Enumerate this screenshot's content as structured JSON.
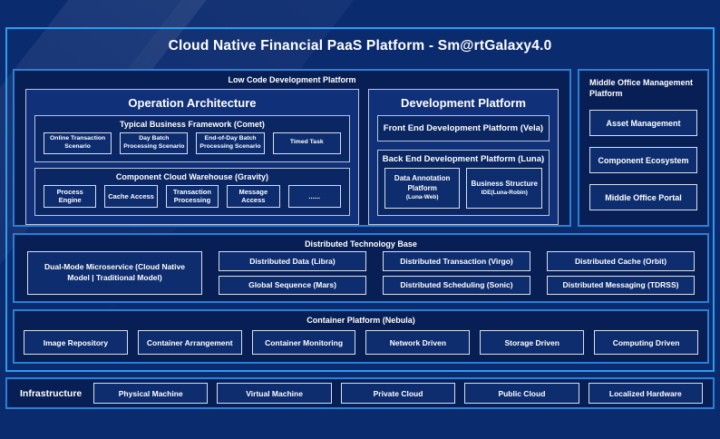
{
  "title": "Cloud Native Financial PaaS Platform - Sm@rtGalaxy4.0",
  "colors": {
    "background": "#0b2b6f",
    "frame_border": "#2f9bea",
    "section_border": "#2b7fd4",
    "light_border": "#d7dfec",
    "text": "#ffffff"
  },
  "low_code_platform": {
    "label": "Low Code Development Platform",
    "operation_architecture": {
      "title": "Operation Architecture",
      "typical_business_framework": {
        "label": "Typical Business Framework (Comet)",
        "items": [
          "Online Transaction Scenario",
          "Day Batch Processing Scenario",
          "End-of-Day Batch Processing Scenario",
          "Timed Task"
        ]
      },
      "component_cloud_warehouse": {
        "label": "Component Cloud Warehouse (Gravity)",
        "items": [
          "Process Engine",
          "Cache Access",
          "Transaction Processing",
          "Message Access",
          "......"
        ]
      }
    },
    "development_platform": {
      "title": "Development Platform",
      "front_end_label": "Front End Development Platform (Vela)",
      "back_end": {
        "label": "Back End Development Platform (Luna)",
        "items": [
          {
            "name": "Data Annotation Platform",
            "sub": "(Luna-Web)"
          },
          {
            "name": "Business Structure",
            "sub": "IDE(Luna-Robin)"
          }
        ]
      }
    }
  },
  "middle_office": {
    "label": "Middle Office Management Platform",
    "items": [
      "Asset Management",
      "Component Ecosystem",
      "Middle Office Portal"
    ]
  },
  "distributed_base": {
    "label": "Distributed Technology Base",
    "dual_mode_label": "Dual-Mode Microservice (Cloud Native Model | Traditional Model)",
    "columns": [
      [
        "Distributed Data (Libra)",
        "Global Sequence (Mars)"
      ],
      [
        "Distributed Transaction (Virgo)",
        "Distributed Scheduling (Sonic)"
      ],
      [
        "Distributed Cache (Orbit)",
        "Distributed Messaging (TDRSS)"
      ]
    ]
  },
  "container_platform": {
    "label": "Container Platform (Nebula)",
    "items": [
      "Image Repository",
      "Container Arrangement",
      "Container Monitoring",
      "Network Driven",
      "Storage Driven",
      "Computing Driven"
    ]
  },
  "infrastructure": {
    "label": "Infrastructure",
    "items": [
      "Physical Machine",
      "Virtual Machine",
      "Private Cloud",
      "Public Cloud",
      "Localized Hardware"
    ]
  }
}
